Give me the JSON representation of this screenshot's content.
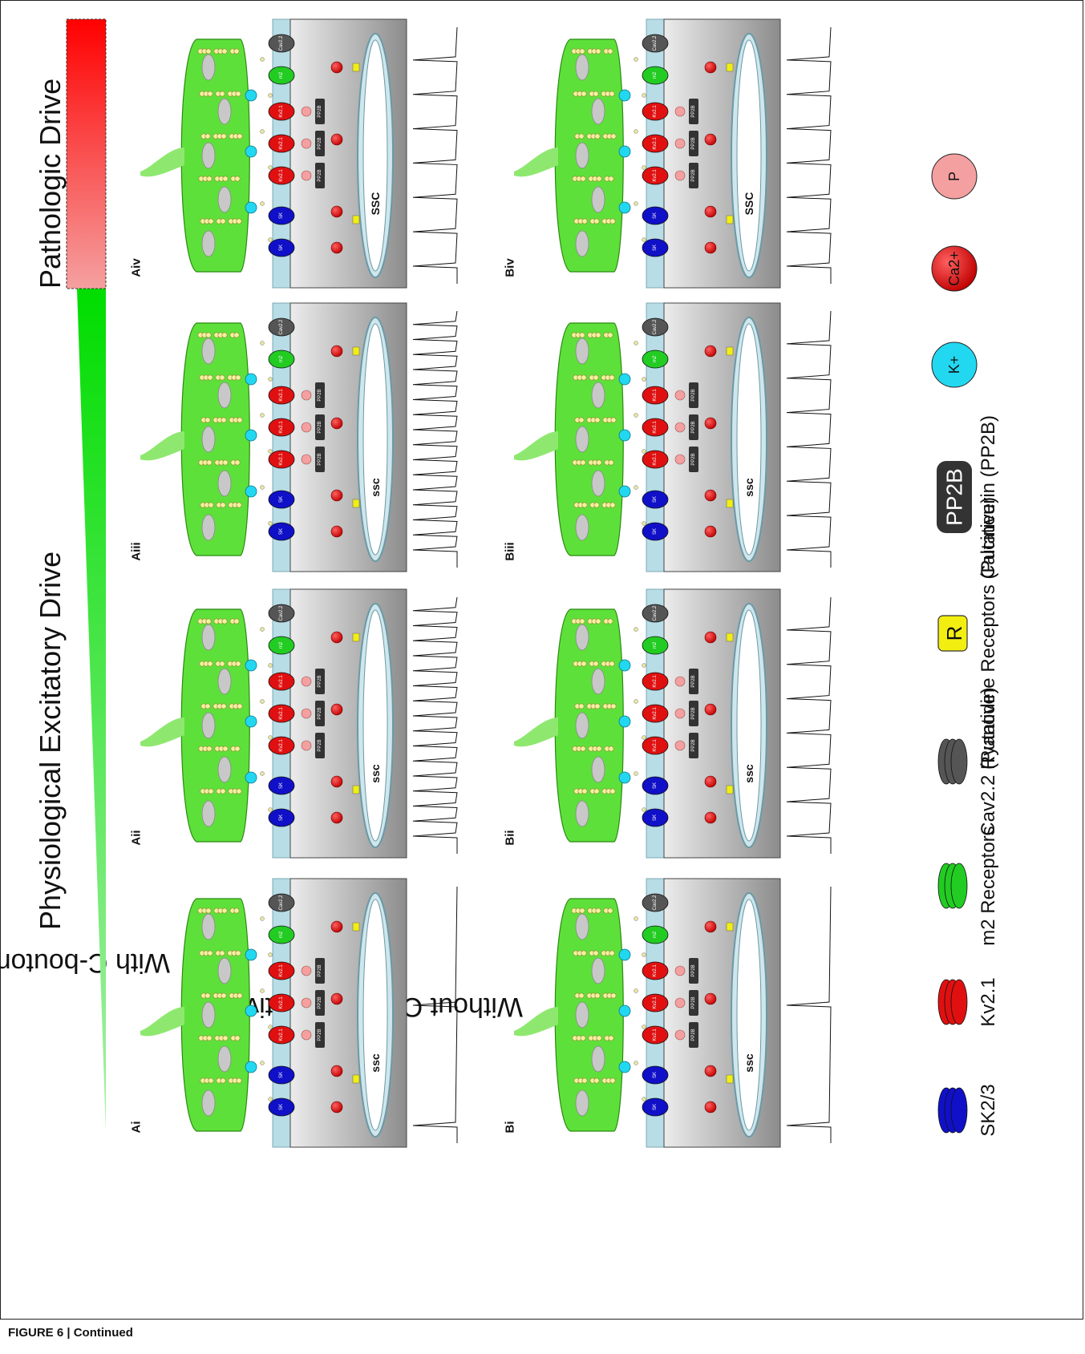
{
  "axis_titles": {
    "physiological": "Physiological Excitatory Drive",
    "pathologic": "Pathologic Drive"
  },
  "row_labels": {
    "with": "With C-bouton Activity",
    "without": "Without C-bouton Activity"
  },
  "panels": [
    {
      "id": "Ai",
      "label": "Ai",
      "soma": "ssc",
      "traces": "low"
    },
    {
      "id": "Aii",
      "label": "Aii",
      "soma": "ssc",
      "traces": "high"
    },
    {
      "id": "Aiii",
      "label": "Aiii",
      "soma": "ssc",
      "traces": "high"
    },
    {
      "id": "Aiv",
      "label": "Aiv",
      "soma": "SSC",
      "traces": "medium"
    },
    {
      "id": "Bi",
      "label": "Bi",
      "soma": "ssc",
      "traces": "low"
    },
    {
      "id": "Bii",
      "label": "Bii",
      "soma": "ssc",
      "traces": "medium"
    },
    {
      "id": "Biii",
      "label": "Biii",
      "soma": "ssc",
      "traces": "medium"
    },
    {
      "id": "Biv",
      "label": "Biv",
      "soma": "SSC",
      "traces": "medium"
    }
  ],
  "channel_labels": {
    "sk": "SK",
    "kv": "Kv2.1",
    "m2": "m2",
    "cav": "Cav2.2",
    "pp2b": "PP2B",
    "p": "P",
    "r": "R",
    "k": "K+",
    "ca": "Ca"
  },
  "legend": [
    {
      "key": "sk",
      "label": "SK2/3",
      "icon": "sk-channel-icon",
      "color": "#1010c8"
    },
    {
      "key": "kv",
      "label": "Kv2.1",
      "icon": "kv-channel-icon",
      "color": "#e01010"
    },
    {
      "key": "m2",
      "label": "m2 Receptors",
      "icon": "m2-receptor-icon",
      "color": "#22cc22"
    },
    {
      "key": "cav",
      "label": "Cav2.2 (Putative)",
      "icon": "cav-channel-icon",
      "color": "#555555"
    },
    {
      "key": "ryr",
      "label": "Ryanodine Receptors (Putative)",
      "icon": "ryanodine-receptor-icon",
      "color": "#f2ee10",
      "symbol": "R"
    },
    {
      "key": "pp2b",
      "label": "Calcineurin (PP2B)",
      "icon": "calcineurin-icon",
      "color": "#333333",
      "symbol": "PP2B"
    },
    {
      "key": "k",
      "label": "",
      "icon": "potassium-ion-icon",
      "color": "#22d8f0",
      "symbol": "K+"
    },
    {
      "key": "ca",
      "label": "",
      "icon": "calcium-ion-icon",
      "color": "#e01010",
      "symbol": "Ca",
      "superscript": "2+"
    },
    {
      "key": "p",
      "label": "",
      "icon": "phosphate-icon",
      "color": "#f4a0a0",
      "symbol": "P"
    }
  ],
  "colors": {
    "bouton": "#5ee03a",
    "membrane": "#b8dde6",
    "green": "#00dd00",
    "red": "#ff0000"
  },
  "caption": "FIGURE 6 | Continued"
}
